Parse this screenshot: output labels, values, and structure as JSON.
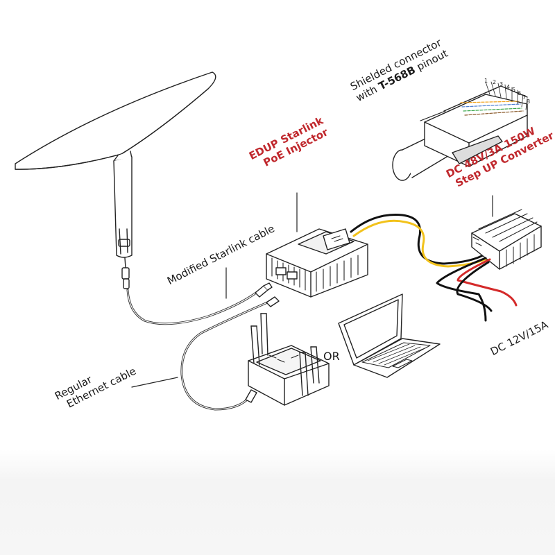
{
  "labels": {
    "shielded_line1": "Shielded connector",
    "shielded_prefix": "with ",
    "shielded_bold": "T-568B",
    "shielded_suffix": " pinout",
    "injector_line1": "EDUP Starlink",
    "injector_line2": "PoE Injector",
    "converter_line1": "DC 48V/3A 150W",
    "converter_line2": "Step UP Converter",
    "modified_cable": "Modified Starlink cable",
    "regular_line1": "Regular",
    "regular_line2": "Ethernet cable",
    "or_text": "OR",
    "dc_input": "DC 12V/15A"
  },
  "pins": [
    "1",
    "2",
    "3",
    "4",
    "5",
    "6",
    "7",
    "8"
  ],
  "colors": {
    "text_dark": "#1a1a1a",
    "text_red": "#c0282d",
    "wire_yellow": "#f2c21b",
    "wire_black": "#111111",
    "wire_red": "#d42a2a",
    "outline": "#222222"
  },
  "icons": [
    "starlink-dish-icon",
    "poe-injector-icon",
    "step-up-converter-icon",
    "rj45-connector-icon",
    "router-icon",
    "laptop-icon"
  ]
}
